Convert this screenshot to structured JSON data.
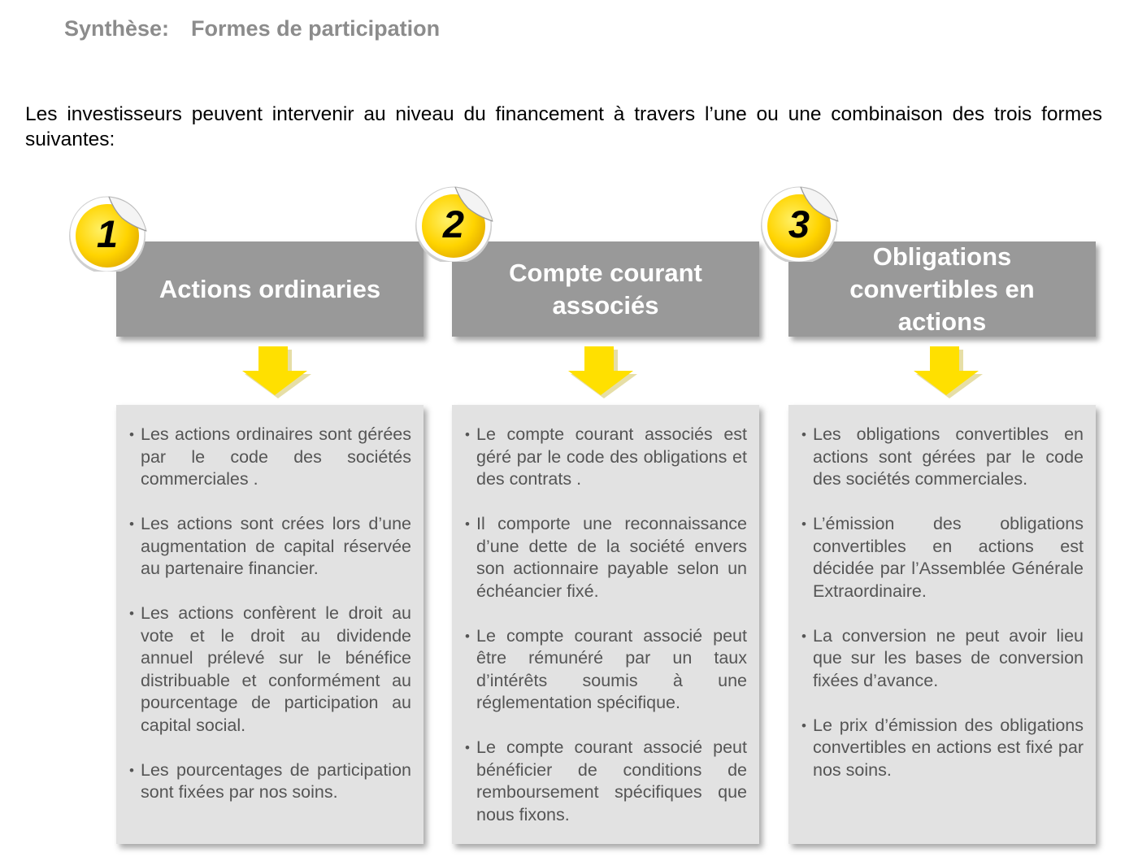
{
  "title": {
    "label": "Synthèse:",
    "text": "Formes de participation"
  },
  "intro": "Les investisseurs peuvent intervenir au niveau du financement à  travers l’une ou une combinaison des trois formes suivantes:",
  "colors": {
    "header_bg": "#999999",
    "content_bg": "#e2e2e2",
    "badge_yellow": "#ffd400",
    "arrow_yellow": "#ffe000",
    "title_gray": "#8c8c8c",
    "bullet_text": "#555555"
  },
  "columns": [
    {
      "number": "1",
      "header": "Actions ordinaries",
      "items": [
        "Les actions ordinaires sont gérées  par le code des sociétés commerciales .",
        "Les actions sont crées lors d’une augmentation de capital réservée au partenaire financier.",
        "Les actions confèrent le droit au vote et le droit au dividende annuel prélevé sur le bénéfice distribuable et conformément au pourcentage de participation au capital social.",
        "Les pourcentages de participation sont fixées par nos soins."
      ]
    },
    {
      "number": "2",
      "header": "Compte courant associés",
      "items": [
        "Le compte courant associés est géré par le code des obligations et des contrats .",
        "Il comporte une reconnaissance d’une  dette de la société envers son actionnaire payable selon un échéancier fixé.",
        "Le compte courant associé peut être rémunéré par un taux d’intérêts soumis à une réglementation spécifique.",
        "Le compte courant associé peut bénéficier de conditions de remboursement spécifiques que nous fixons."
      ]
    },
    {
      "number": "3",
      "header": "Obligations convertibles en actions",
      "items": [
        "Les obligations convertibles en actions sont gérées  par le code des sociétés commerciales.",
        "L’émission des obligations convertibles en actions est décidée par l’Assemblée Générale Extraordinaire.",
        "La conversion ne peut avoir lieu que sur les bases de conversion fixées d’avance.",
        "Le prix d’émission des obligations convertibles en actions est fixé par nos soins."
      ]
    }
  ]
}
